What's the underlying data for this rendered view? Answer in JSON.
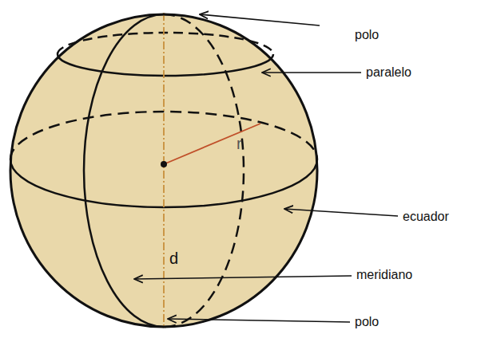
{
  "diagram": {
    "labels": [
      "polo",
      "paralelo",
      "r",
      "ecuador",
      "d",
      "meridiano",
      "polo"
    ]
  }
}
